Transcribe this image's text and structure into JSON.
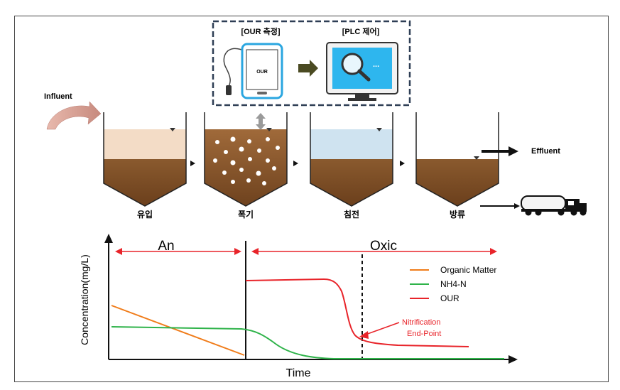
{
  "process": {
    "influent": "Influent",
    "effluent": "Effluent",
    "tanks": [
      {
        "label": "유입"
      },
      {
        "label": "폭기"
      },
      {
        "label": "침전"
      },
      {
        "label": "방류"
      }
    ]
  },
  "control": {
    "our_title": "[OUR 측정]",
    "plc_title": "[PLC 제어]",
    "phone_text": "OUR",
    "screen_dots": "..."
  },
  "chart_data": {
    "type": "line",
    "xlabel": "Time",
    "ylabel": "Concentration(mg/L)",
    "phases": [
      "An",
      "Oxic"
    ],
    "legend": [
      "Organic Matter",
      "NH4-N",
      "OUR"
    ],
    "legend_placement": "right",
    "annotation": [
      "Nitrification",
      "End-Point"
    ],
    "colors": {
      "organic": "#f07c1a",
      "nh4": "#2fb34a",
      "our": "#e8242a"
    }
  }
}
